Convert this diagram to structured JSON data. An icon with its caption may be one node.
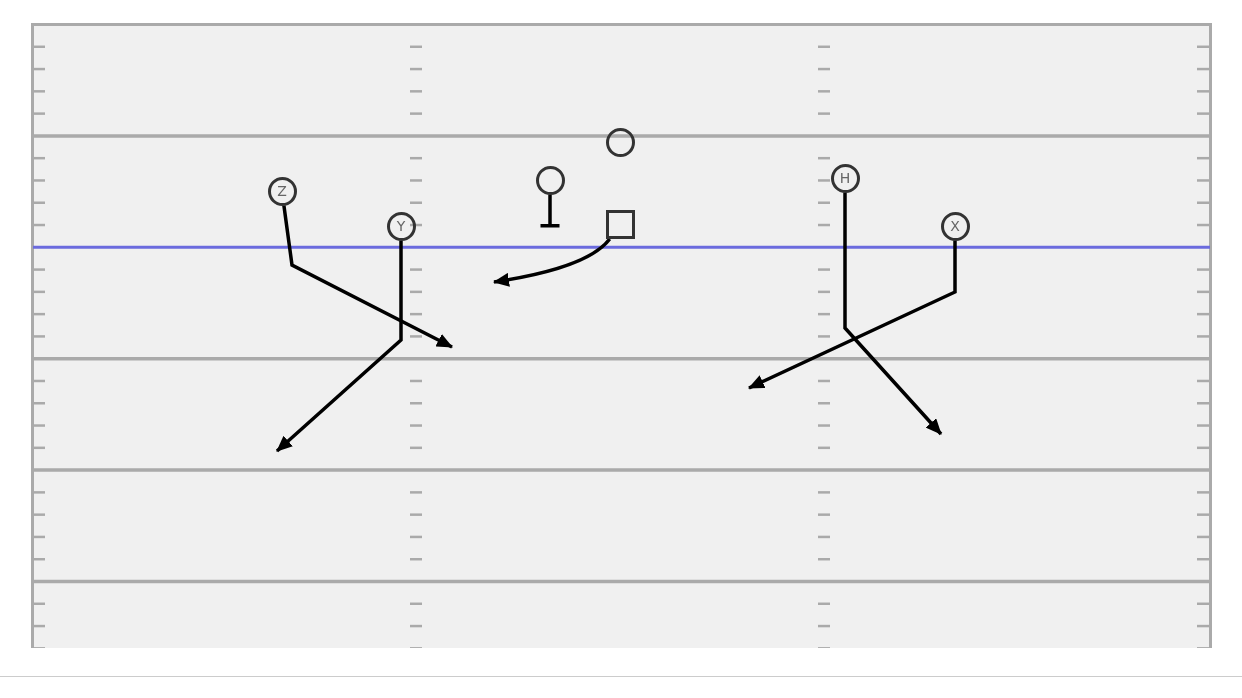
{
  "diagram": {
    "nodes": [
      {
        "text": [],
        "shape": "circle"
      },
      {
        "text": [
          "Z"
        ]
      },
      {
        "text": [],
        "shape": "circle"
      },
      {
        "text": [
          "H"
        ]
      },
      {
        "text": [
          "Y"
        ]
      },
      {
        "text": [],
        "shape": "box"
      },
      {
        "text": [
          "X"
        ]
      }
    ],
    "edges": [
      {
        "from": 1,
        "to": null,
        "arrow": "to"
      },
      {
        "from": 2,
        "to": null,
        "arrow": "other"
      },
      {
        "from": 3,
        "to": null,
        "arrow": "to"
      },
      {
        "from": 4,
        "to": null,
        "arrow": "to"
      },
      {
        "from": 5,
        "to": null,
        "arrow": "to"
      },
      {
        "from": 6,
        "to": null,
        "arrow": "to"
      }
    ]
  }
}
